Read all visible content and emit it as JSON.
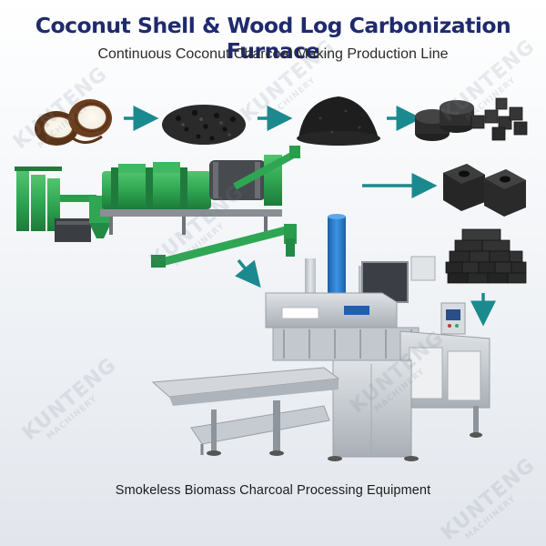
{
  "title": "Coconut Shell & Wood Log Carbonization Furnace",
  "subtitle": "Continuous Coconut Charcoal Making Production Line",
  "caption": "Smokeless Biomass Charcoal Processing Equipment",
  "watermark": {
    "brand": "KUNTENG",
    "tagline": "MACHINERY"
  },
  "stages": [
    {
      "name": "coconut-shells"
    },
    {
      "name": "crushed-charcoal-granules"
    },
    {
      "name": "charcoal-powder"
    },
    {
      "name": "hookah-round-tablets"
    },
    {
      "name": "hollow-square-briquettes"
    },
    {
      "name": "bbq-cube-briquettes"
    }
  ],
  "colors": {
    "title": "#1f2a6e",
    "arrow": "#1b8a8f",
    "furnace_green": "#2fa653",
    "steel": "#c9ced4",
    "machine_blue": "#2477c9"
  }
}
